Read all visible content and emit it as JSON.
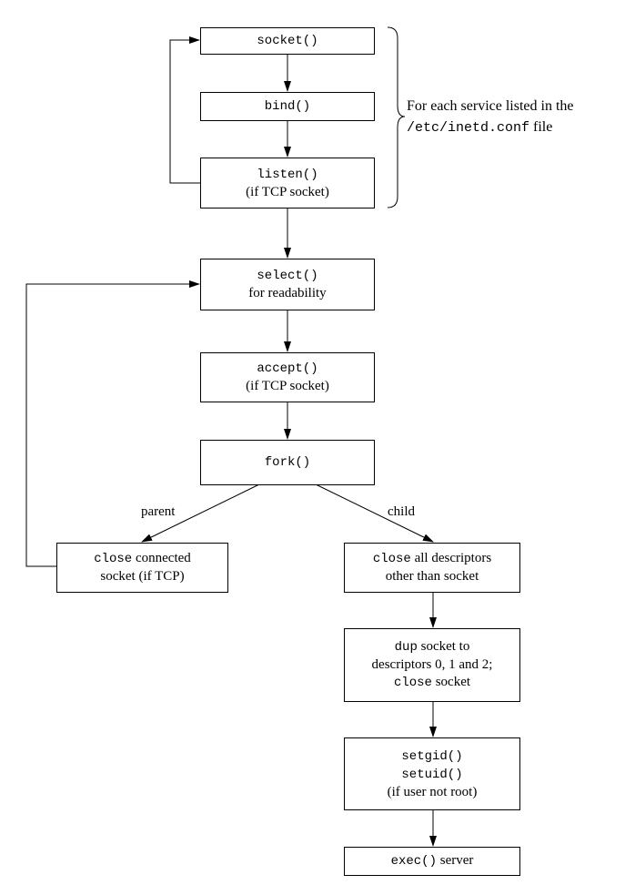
{
  "boxes": {
    "socket": {
      "l1_code": "socket()"
    },
    "bind": {
      "l1_code": "bind()"
    },
    "listen": {
      "l1_code": "listen()",
      "l2": "(if TCP socket)"
    },
    "select": {
      "l1_code": "select()",
      "l2": "for readability"
    },
    "accept": {
      "l1_code": "accept()",
      "l2": "(if TCP socket)"
    },
    "fork": {
      "l1_code": "fork()"
    },
    "close_parent": {
      "l1_code": "close",
      "l1_text": " connected",
      "l2": "socket (if TCP)"
    },
    "close_child": {
      "l1_code": "close",
      "l1_text": " all descriptors",
      "l2": "other than socket"
    },
    "dup": {
      "l1_code": "dup",
      "l1_text": " socket to",
      "l2": "descriptors  0, 1 and 2;",
      "l3_code": "close",
      "l3_text": " socket"
    },
    "setid": {
      "l1_code": "setgid()",
      "l2_code": "setuid()",
      "l3": "(if user not root)"
    },
    "exec": {
      "l1_code": "exec()",
      "l1_text": " server"
    }
  },
  "brace_note": {
    "line1": "For each service listed in the",
    "line2_code": "/etc/inetd.conf",
    "line2_text": " file"
  },
  "edge_labels": {
    "parent": "parent",
    "child": "child"
  }
}
